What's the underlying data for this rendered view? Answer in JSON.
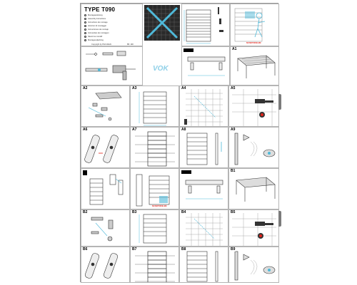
{
  "header": {
    "title": "TYPE T090",
    "languages": [
      "Montageanleitung",
      "Assembly instructions",
      "Instructions de montage",
      "Istruzioni di montaggio",
      "Instrucciones de montaje",
      "Instrucções de montagem",
      "Návod na montáž",
      "Montagevejledning"
    ],
    "copyright": "Copyright by PAX-DEVA",
    "code": "Bfl. 190"
  },
  "logo_text": "VOK",
  "step_labels": {
    "a1": "A1",
    "a2": "A2",
    "a3": "A3",
    "a4": "A4",
    "a5": "A5",
    "a6": "A6",
    "a7": "A7",
    "a8": "A8",
    "a9": "A9",
    "b1": "B1",
    "b2": "B2",
    "b3": "B3",
    "b4": "B4",
    "b5": "B5",
    "b6": "B6",
    "b7": "B7",
    "b8": "B8",
    "b9": "B9"
  },
  "stickers": {
    "top": "NO MOTOR/ELEM",
    "mid": "NO MOTOR/ELEM"
  },
  "colors": {
    "line": "#333333",
    "accent_cyan": "#4fb9d9",
    "accent_red": "#e2231a",
    "tile": "#2a2a2a",
    "side_tab": "#7b7b7b"
  }
}
